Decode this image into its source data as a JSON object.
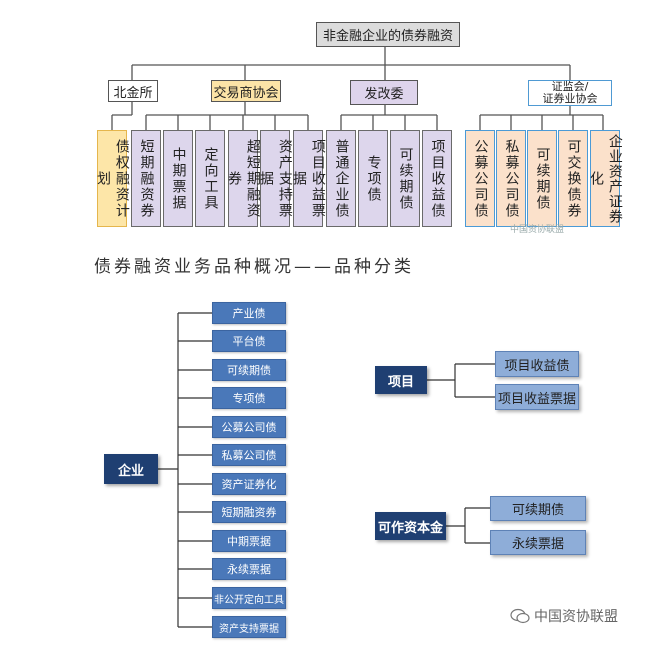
{
  "top": {
    "title": "非金融企业的债券融资",
    "groups": [
      {
        "head": "北金所",
        "items": [
          "债权融资计划"
        ]
      },
      {
        "head": "交易商协会",
        "items": [
          "短期融资券",
          "中期票据",
          "定向工具",
          "超短期融资券",
          "资产支持票据",
          "项目收益票据"
        ]
      },
      {
        "head": "发改委",
        "items": [
          "普通企业债",
          "专项债",
          "可续期债",
          "项目收益债"
        ]
      },
      {
        "head": "证监会/\n证券业协会",
        "items": [
          "公募公司债",
          "私募公司债",
          "可续期债",
          "可交换债券",
          "企业资产证券化"
        ]
      }
    ],
    "watermark": "中国资协联盟"
  },
  "caption": "债券融资业务品种概况——品种分类",
  "bottom": {
    "enterprise": {
      "root": "企业",
      "items": [
        "产业债",
        "平台债",
        "可续期债",
        "专项债",
        "公募公司债",
        "私募公司债",
        "资产证券化",
        "短期融资券",
        "中期票据",
        "永续票据",
        "非公开定向工具",
        "资产支持票据"
      ]
    },
    "project": {
      "root": "项目",
      "items": [
        "项目收益债",
        "项目收益票据"
      ]
    },
    "capital": {
      "root": "可作资本金",
      "items": [
        "可续期债",
        "永续票据"
      ]
    },
    "watermark": "中国资协联盟"
  }
}
